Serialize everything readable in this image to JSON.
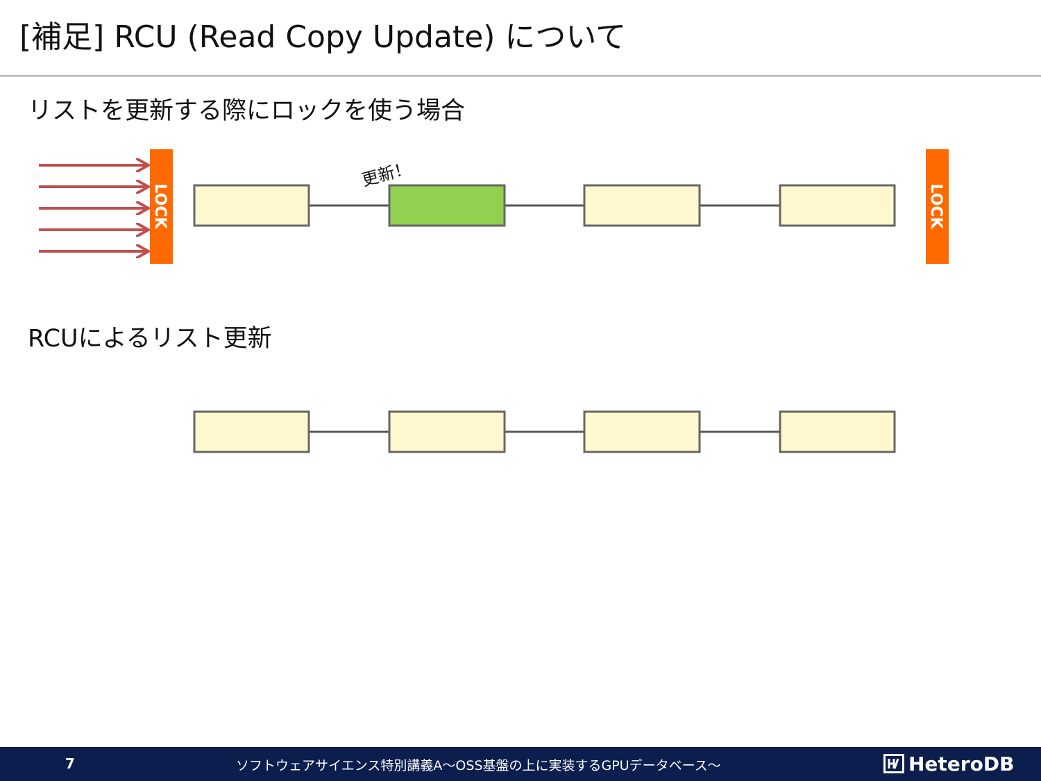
{
  "title": "[補足] RCU (Read Copy Update) について",
  "section1": {
    "heading": "リストを更新する際にロックを使う場合",
    "lock_label": "LOCK",
    "update_label": "更新！",
    "node_count": 4,
    "updated_node_index": 1,
    "reader_arrow_count": 5
  },
  "section2": {
    "heading": "RCUによるリスト更新",
    "node_count": 4
  },
  "colors": {
    "lock": "#ff6a00",
    "node_fill": "#fff8cf",
    "updated_node_fill": "#92d050",
    "arrow": "#c0504d",
    "footer_bg": "#0b1e4e"
  },
  "footer": {
    "page_number": "7",
    "text": "ソフトウェアサイエンス特別講義A～OSS基盤の上に実装するGPUデータベース～",
    "logo_text": "HeteroDB",
    "logo_icon": "heterodb-logo-icon"
  }
}
